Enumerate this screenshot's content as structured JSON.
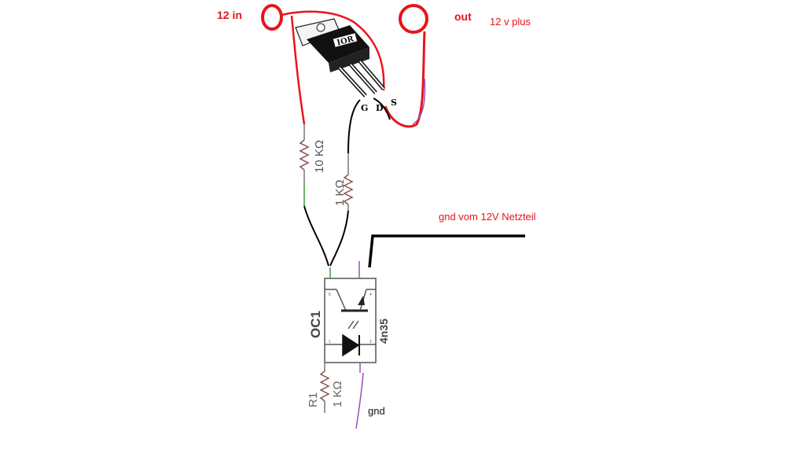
{
  "labels": {
    "input": "12 in",
    "output": "out",
    "output_note": "12 v plus",
    "ground_note": "gnd vom 12V Netzteil",
    "ground": "gnd"
  },
  "mosfet": {
    "brand": "IOR",
    "pin_g": "G",
    "pin_d": "D",
    "pin_s": "S"
  },
  "resistors": {
    "r_top": "10 KΩ",
    "r_gate": "1 KΩ",
    "r1_name": "R1",
    "r1_value": "1 KΩ"
  },
  "optocoupler": {
    "name": "OC1",
    "part": "4n35",
    "pin5": "5",
    "pin4": "4",
    "pin1": "1",
    "pin2": "2"
  },
  "colors": {
    "annotation_red": "#e8141c",
    "wire_black": "#000000",
    "component_gray": "#555555"
  }
}
